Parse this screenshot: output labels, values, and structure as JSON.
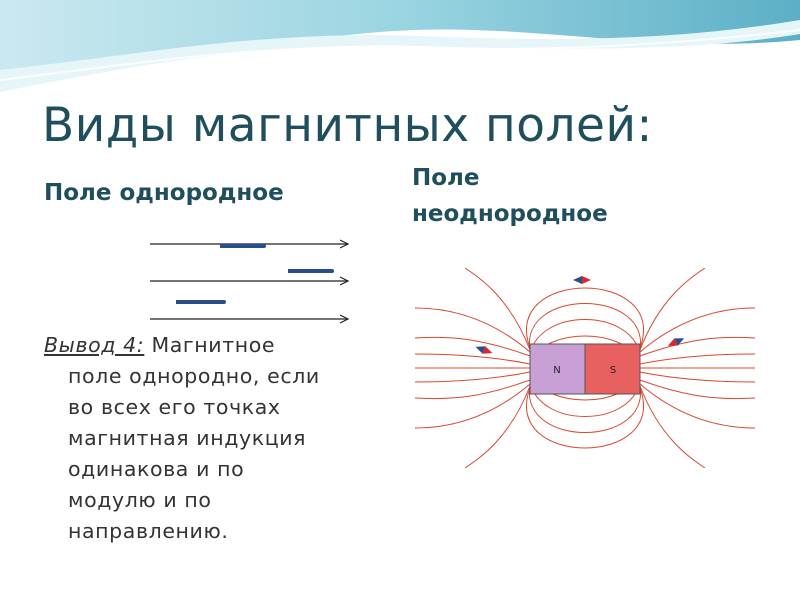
{
  "slide": {
    "title": "Виды магнитных полей:",
    "uniform_heading": "Поле однородное",
    "nonuniform_heading_line1": "Поле",
    "nonuniform_heading_line2": "неоднородное",
    "conclusion_lead": "Вывод 4:",
    "conclusion_line1": " Магнитное",
    "conclusion_lines": [
      "поле однородно, если",
      "во всех его точках",
      "магнитная индукция",
      "одинакова и по",
      "модулю и по",
      "направлению."
    ],
    "magnet_north_label": "N",
    "magnet_south_label": "S"
  },
  "colors": {
    "title": "#1f4e5c",
    "field_lines": "#d9482f",
    "magnet_north": "#c9a0d6",
    "magnet_south": "#e86060",
    "needle_blue": "#2a4e8a",
    "wave_light": "#bfe3ea",
    "wave_dark": "#5fb3c7"
  },
  "icons": [
    "compass-needle-icon",
    "arrow-right-icon",
    "bar-magnet-icon"
  ]
}
